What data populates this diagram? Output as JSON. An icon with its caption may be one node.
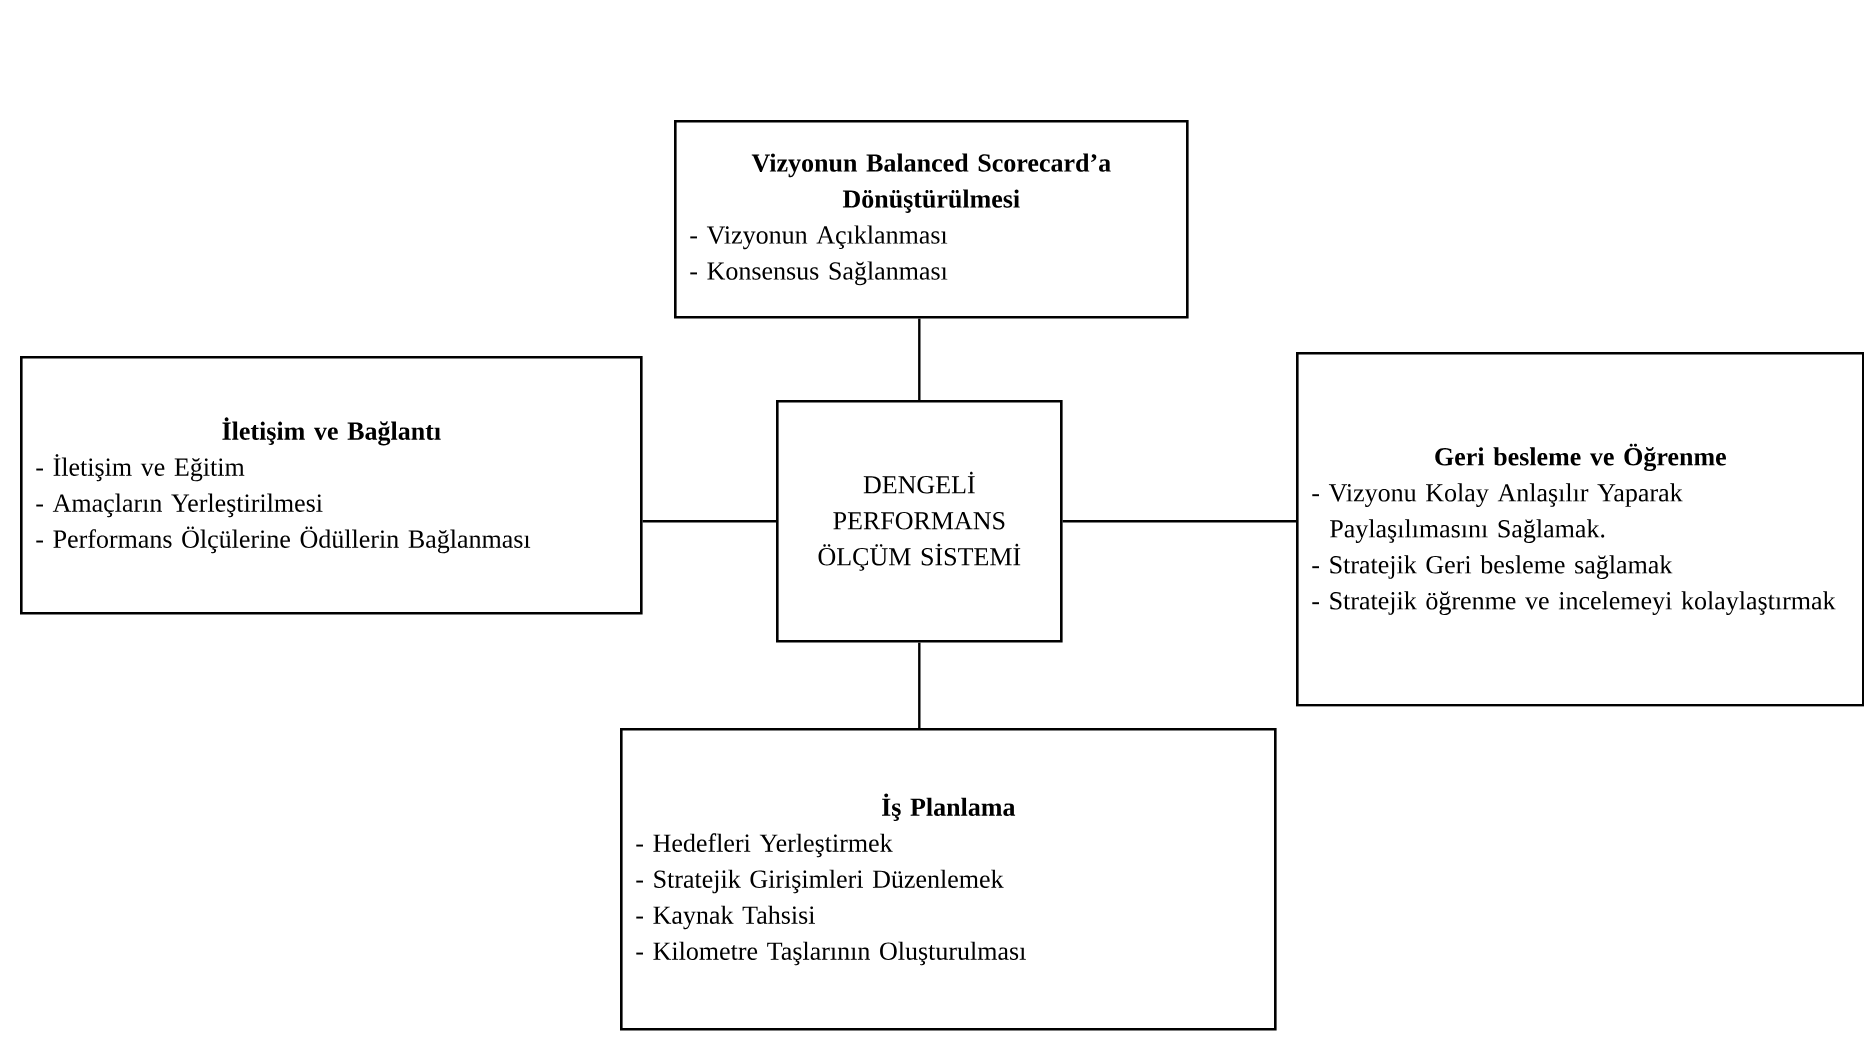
{
  "diagram": {
    "nodes": [
      {
        "text": [
          "Vizyonun Balanced Scorecard’a Dönüştürülmesi",
          "- Vizyonun Açıklanması",
          "- Konsensus Sağlanması"
        ]
      },
      {
        "text": [
          "İletişim ve Bağlantı",
          "- İletişim ve Eğitim",
          "- Amaçların Yerleştirilmesi",
          "- Performans Ölçülerine Ödüllerin Bağlanması"
        ]
      },
      {
        "text": [
          "DENGELİ PERFORMANS ÖLÇÜM SİSTEMİ"
        ]
      },
      {
        "text": [
          "Geri besleme ve Öğrenme",
          "- Vizyonu Kolay Anlaşılır Yaparak Paylaşılımasını Sağlamak.",
          "- Stratejik Geri besleme sağlamak",
          "- Stratejik öğrenme ve incelemeyi kolaylaştırmak"
        ]
      },
      {
        "text": [
          "İş Planlama",
          "- Hedefleri Yerleştirmek",
          "- Stratejik Girişimleri Düzenlemek",
          "- Kaynak Tahsisi",
          "- Kilometre Taşlarının Oluşturulması"
        ]
      }
    ],
    "edges": [
      {
        "from": 2,
        "to": 0,
        "arrow": "none"
      },
      {
        "from": 2,
        "to": 1,
        "arrow": "none"
      },
      {
        "from": 2,
        "to": 3,
        "arrow": "none"
      },
      {
        "from": 2,
        "to": 4,
        "arrow": "none"
      }
    ]
  }
}
